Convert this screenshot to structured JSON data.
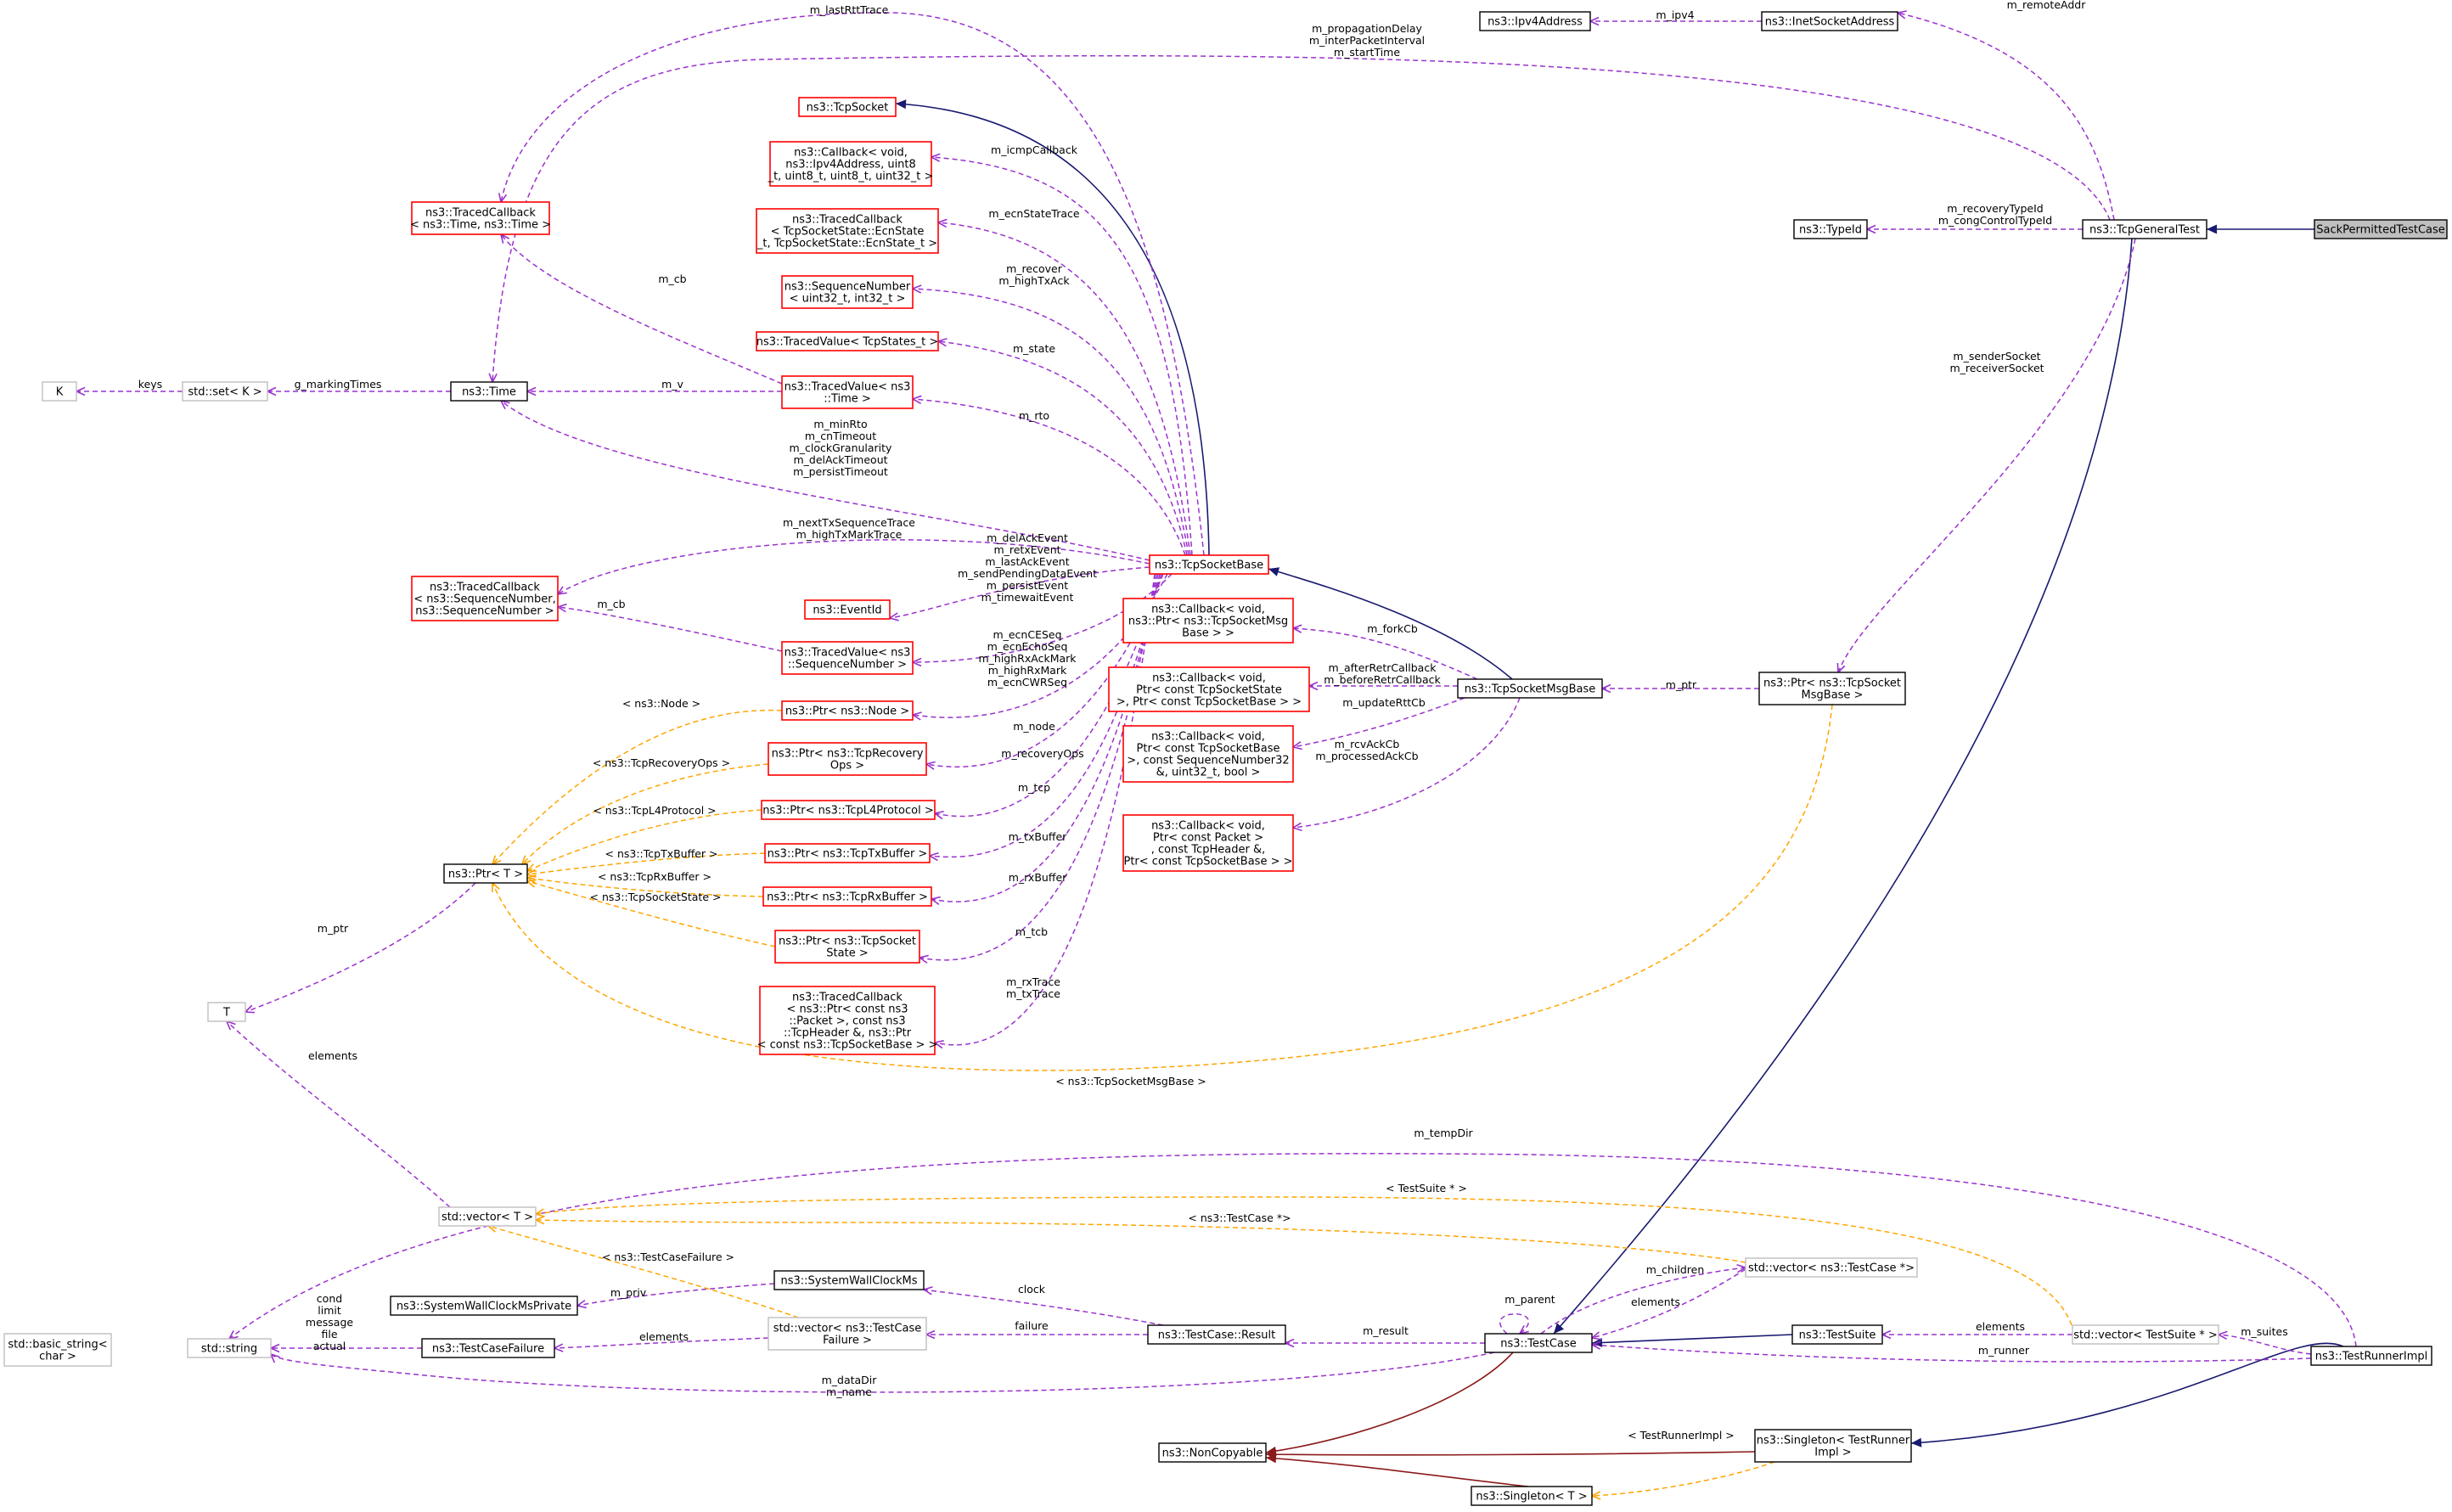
{
  "graph": {
    "nodes": [
      {
        "id": "sack",
        "lines": [
          "SackPermittedTestCase"
        ],
        "style": "focus"
      },
      {
        "id": "gentest",
        "lines": [
          "ns3::TcpGeneralTest"
        ],
        "style": "black"
      },
      {
        "id": "ipv4addr",
        "lines": [
          "ns3::Ipv4Address"
        ],
        "style": "black"
      },
      {
        "id": "inetsock",
        "lines": [
          "ns3::InetSocketAddress"
        ],
        "style": "black"
      },
      {
        "id": "typeid",
        "lines": [
          "ns3::TypeId"
        ],
        "style": "black"
      },
      {
        "id": "tcpsocket",
        "lines": [
          "ns3::TcpSocket"
        ],
        "style": "red"
      },
      {
        "id": "cb_icmp",
        "lines": [
          "ns3::Callback< void,",
          "ns3::Ipv4Address, uint8",
          "_t, uint8_t, uint8_t, uint32_t >"
        ],
        "style": "red"
      },
      {
        "id": "tc_time",
        "lines": [
          "ns3::TracedCallback",
          "< ns3::Time, ns3::Time >"
        ],
        "style": "red"
      },
      {
        "id": "tc_ecn",
        "lines": [
          "ns3::TracedCallback",
          "< TcpSocketState::EcnState",
          "_t, TcpSocketState::EcnState_t >"
        ],
        "style": "red"
      },
      {
        "id": "seqnum",
        "lines": [
          "ns3::SequenceNumber",
          "< uint32_t, int32_t >"
        ],
        "style": "red"
      },
      {
        "id": "tv_states",
        "lines": [
          "ns3::TracedValue< TcpStates_t >"
        ],
        "style": "red"
      },
      {
        "id": "k",
        "lines": [
          "K"
        ],
        "style": "gray"
      },
      {
        "id": "set",
        "lines": [
          "std::set< K >"
        ],
        "style": "gray"
      },
      {
        "id": "time",
        "lines": [
          "ns3::Time"
        ],
        "style": "black"
      },
      {
        "id": "tv_time",
        "lines": [
          "ns3::TracedValue< ns3",
          "::Time >"
        ],
        "style": "red"
      },
      {
        "id": "tc_seq",
        "lines": [
          "ns3::TracedCallback",
          "< ns3::SequenceNumber,",
          "ns3::SequenceNumber >"
        ],
        "style": "red"
      },
      {
        "id": "sockbase",
        "lines": [
          "ns3::TcpSocketBase"
        ],
        "style": "red"
      },
      {
        "id": "eventid",
        "lines": [
          "ns3::EventId"
        ],
        "style": "red"
      },
      {
        "id": "tv_seq",
        "lines": [
          "ns3::TracedValue< ns3",
          "::SequenceNumber >"
        ],
        "style": "red"
      },
      {
        "id": "cb_fork",
        "lines": [
          "ns3::Callback< void,",
          "ns3::Ptr< ns3::TcpSocketMsg",
          "Base > >"
        ],
        "style": "red"
      },
      {
        "id": "cb_retr",
        "lines": [
          "ns3::Callback< void,",
          "Ptr< const TcpSocketState",
          ">, Ptr< const TcpSocketBase > >"
        ],
        "style": "red"
      },
      {
        "id": "msgbase",
        "lines": [
          "ns3::TcpSocketMsgBase"
        ],
        "style": "black"
      },
      {
        "id": "ptr_msgbase",
        "lines": [
          "ns3::Ptr< ns3::TcpSocket",
          "MsgBase >"
        ],
        "style": "black"
      },
      {
        "id": "ptr_node",
        "lines": [
          "ns3::Ptr< ns3::Node >"
        ],
        "style": "red"
      },
      {
        "id": "ptr_recovery",
        "lines": [
          "ns3::Ptr< ns3::TcpRecovery",
          "Ops >"
        ],
        "style": "red"
      },
      {
        "id": "cb_rcvack",
        "lines": [
          "ns3::Callback< void,",
          "Ptr< const TcpSocketBase",
          ">, const SequenceNumber32",
          "&, uint32_t, bool >"
        ],
        "style": "red"
      },
      {
        "id": "ptr_l4",
        "lines": [
          "ns3::Ptr< ns3::TcpL4Protocol >"
        ],
        "style": "red"
      },
      {
        "id": "ptr_t",
        "lines": [
          "ns3::Ptr< T >"
        ],
        "style": "black"
      },
      {
        "id": "ptr_tx",
        "lines": [
          "ns3::Ptr< ns3::TcpTxBuffer >"
        ],
        "style": "red"
      },
      {
        "id": "cb_processed",
        "lines": [
          "ns3::Callback< void,",
          "Ptr< const Packet >",
          ", const TcpHeader &,",
          "Ptr< const TcpSocketBase > >"
        ],
        "style": "red"
      },
      {
        "id": "ptr_rx",
        "lines": [
          "ns3::Ptr< ns3::TcpRxBuffer >"
        ],
        "style": "red"
      },
      {
        "id": "ptr_state",
        "lines": [
          "ns3::Ptr< ns3::TcpSocket",
          "State >"
        ],
        "style": "red"
      },
      {
        "id": "t",
        "lines": [
          "T"
        ],
        "style": "gray"
      },
      {
        "id": "tc_rxtx",
        "lines": [
          "ns3::TracedCallback",
          "< ns3::Ptr< const ns3",
          "::Packet >, const ns3",
          "::TcpHeader &, ns3::Ptr",
          "< const ns3::TcpSocketBase > >"
        ],
        "style": "red"
      },
      {
        "id": "vec_t",
        "lines": [
          "std::vector< T >"
        ],
        "style": "gray"
      },
      {
        "id": "vec_tc",
        "lines": [
          "std::vector< ns3::TestCase *>"
        ],
        "style": "gray"
      },
      {
        "id": "wallms",
        "lines": [
          "ns3::SystemWallClockMs"
        ],
        "style": "black"
      },
      {
        "id": "wallpriv",
        "lines": [
          "ns3::SystemWallClockMsPrivate"
        ],
        "style": "black"
      },
      {
        "id": "basic_string",
        "lines": [
          "std::basic_string<",
          "char >"
        ],
        "style": "gray"
      },
      {
        "id": "string",
        "lines": [
          "std::string"
        ],
        "style": "gray"
      },
      {
        "id": "tcfailure",
        "lines": [
          "ns3::TestCaseFailure"
        ],
        "style": "black"
      },
      {
        "id": "vec_fail",
        "lines": [
          "std::vector< ns3::TestCase",
          "Failure >"
        ],
        "style": "gray"
      },
      {
        "id": "result",
        "lines": [
          "ns3::TestCase::Result"
        ],
        "style": "black"
      },
      {
        "id": "testcase",
        "lines": [
          "ns3::TestCase"
        ],
        "style": "black"
      },
      {
        "id": "testsuite",
        "lines": [
          "ns3::TestSuite"
        ],
        "style": "black"
      },
      {
        "id": "vec_ts",
        "lines": [
          "std::vector< TestSuite * >"
        ],
        "style": "gray"
      },
      {
        "id": "runnerimpl",
        "lines": [
          "ns3::TestRunnerImpl"
        ],
        "style": "black"
      },
      {
        "id": "noncopy",
        "lines": [
          "ns3::NonCopyable"
        ],
        "style": "black"
      },
      {
        "id": "singleton_runner",
        "lines": [
          "ns3::Singleton< TestRunner",
          "Impl >"
        ],
        "style": "black"
      },
      {
        "id": "singleton_t",
        "lines": [
          "ns3::Singleton< T >"
        ],
        "style": "black"
      }
    ],
    "edge_labels": [
      {
        "lines": [
          "m_lastRttTrace"
        ]
      },
      {
        "lines": [
          "m_propagationDelay",
          "m_interPacketInterval",
          "m_startTime"
        ]
      },
      {
        "lines": [
          "m_ipv4"
        ]
      },
      {
        "lines": [
          "m_remoteAddr"
        ]
      },
      {
        "lines": [
          "m_recoveryTypeId",
          "m_congControlTypeId"
        ]
      },
      {
        "lines": [
          "m_senderSocket",
          "m_receiverSocket"
        ]
      },
      {
        "lines": [
          "m_icmpCallback"
        ]
      },
      {
        "lines": [
          "m_ecnStateTrace"
        ]
      },
      {
        "lines": [
          "m_recover",
          "m_highTxAck"
        ]
      },
      {
        "lines": [
          "m_state"
        ]
      },
      {
        "lines": [
          "m_rto"
        ]
      },
      {
        "lines": [
          "m_cb"
        ]
      },
      {
        "lines": [
          "keys"
        ]
      },
      {
        "lines": [
          "g_markingTimes"
        ]
      },
      {
        "lines": [
          "m_v"
        ]
      },
      {
        "lines": [
          "m_minRto",
          "m_cnTimeout",
          "m_clockGranularity",
          "m_delAckTimeout",
          "m_persistTimeout"
        ]
      },
      {
        "lines": [
          "m_nextTxSequenceTrace",
          "m_highTxMarkTrace"
        ]
      },
      {
        "lines": [
          "m_delAckEvent",
          "m_retxEvent",
          "m_lastAckEvent",
          "m_sendPendingDataEvent",
          "m_persistEvent",
          "m_timewaitEvent"
        ]
      },
      {
        "lines": [
          "m_cb"
        ]
      },
      {
        "lines": [
          "m_ecnCESeq",
          "m_ecnEchoSeq",
          "m_highRxAckMark",
          "m_highRxMark",
          "m_ecnCWRSeq"
        ]
      },
      {
        "lines": [
          "m_forkCb"
        ]
      },
      {
        "lines": [
          "m_afterRetrCallback",
          "m_beforeRetrCallback"
        ]
      },
      {
        "lines": [
          "m_ptr"
        ]
      },
      {
        "lines": [
          "< ns3::Node >"
        ]
      },
      {
        "lines": [
          "m_node"
        ]
      },
      {
        "lines": [
          "m_updateRttCb"
        ]
      },
      {
        "lines": [
          "m_rcvAckCb",
          "m_processedAckCb"
        ]
      },
      {
        "lines": [
          "< ns3::TcpRecoveryOps >"
        ]
      },
      {
        "lines": [
          "m_recoveryOps"
        ]
      },
      {
        "lines": [
          "< ns3::TcpL4Protocol >"
        ]
      },
      {
        "lines": [
          "m_tcp"
        ]
      },
      {
        "lines": [
          "< ns3::TcpTxBuffer >"
        ]
      },
      {
        "lines": [
          "m_txBuffer"
        ]
      },
      {
        "lines": [
          "< ns3::TcpRxBuffer >"
        ]
      },
      {
        "lines": [
          "m_rxBuffer"
        ]
      },
      {
        "lines": [
          "< ns3::TcpSocketState >"
        ]
      },
      {
        "lines": [
          "m_ptr"
        ]
      },
      {
        "lines": [
          "m_tcb"
        ]
      },
      {
        "lines": [
          "m_rxTrace",
          "m_txTrace"
        ]
      },
      {
        "lines": [
          "elements"
        ]
      },
      {
        "lines": [
          "< ns3::TcpSocketMsgBase >"
        ]
      },
      {
        "lines": [
          "m_tempDir"
        ]
      },
      {
        "lines": [
          "< TestSuite * >"
        ]
      },
      {
        "lines": [
          "< ns3::TestCase *>"
        ]
      },
      {
        "lines": [
          "< ns3::TestCaseFailure >"
        ]
      },
      {
        "lines": [
          "m_parent"
        ]
      },
      {
        "lines": [
          "m_children"
        ]
      },
      {
        "lines": [
          "elements"
        ]
      },
      {
        "lines": [
          "clock"
        ]
      },
      {
        "lines": [
          "m_priv"
        ]
      },
      {
        "lines": [
          "cond",
          "limit",
          "message",
          "file",
          "actual"
        ]
      },
      {
        "lines": [
          "failure"
        ]
      },
      {
        "lines": [
          "m_result"
        ]
      },
      {
        "lines": [
          "elements"
        ]
      },
      {
        "lines": [
          "elements"
        ]
      },
      {
        "lines": [
          "m_suites"
        ]
      },
      {
        "lines": [
          "m_runner"
        ]
      },
      {
        "lines": [
          "m_dataDir",
          "m_name"
        ]
      },
      {
        "lines": [
          "< TestRunnerImpl >"
        ]
      }
    ]
  },
  "colors": {
    "usage_edge": "#9a32cd",
    "template_edge": "#ffa500",
    "inherit_edge": "#191970",
    "private_inherit_edge": "#8b1a1a",
    "red_border": "#ff0000",
    "gray_border": "#bfbfbf",
    "focus_fill": "#bfbfbf"
  }
}
